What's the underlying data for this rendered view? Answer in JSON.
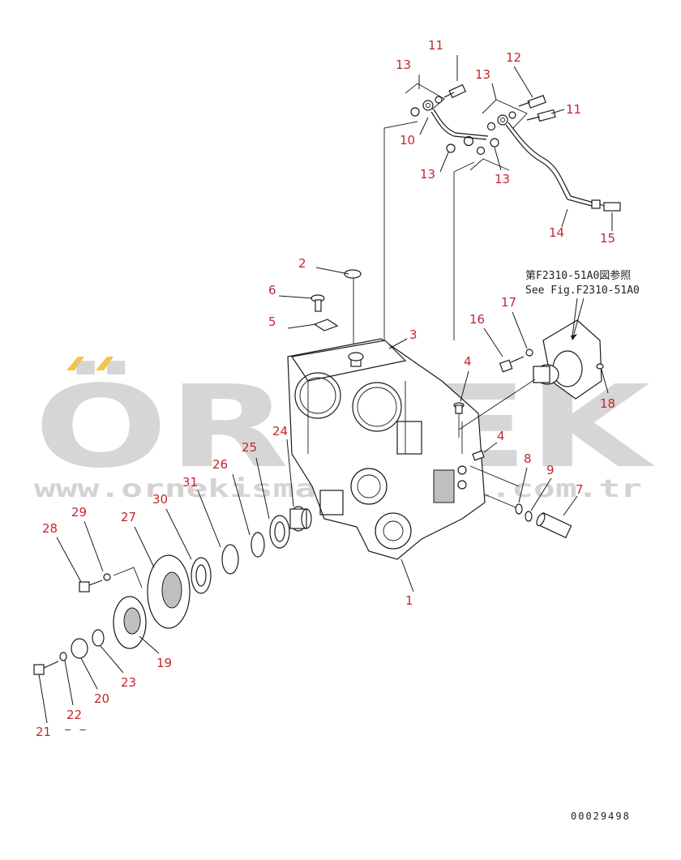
{
  "watermark": {
    "brand": "ÖRNEK",
    "url": "www.ornekismakinalari.com.tr",
    "accent_color": "#f5c443"
  },
  "reference_note": {
    "line1": "第F2310-51A0図参照",
    "line2": "See Fig.F2310-51A0"
  },
  "drawing_code": "00029498",
  "dash_mark": "– –",
  "callouts": [
    {
      "id": "c11a",
      "label": "11"
    },
    {
      "id": "c13a",
      "label": "13"
    },
    {
      "id": "c13b",
      "label": "13"
    },
    {
      "id": "c12",
      "label": "12"
    },
    {
      "id": "c11b",
      "label": "11"
    },
    {
      "id": "c10",
      "label": "10"
    },
    {
      "id": "c13c",
      "label": "13"
    },
    {
      "id": "c13d",
      "label": "13"
    },
    {
      "id": "c14",
      "label": "14"
    },
    {
      "id": "c15",
      "label": "15"
    },
    {
      "id": "c2",
      "label": "2"
    },
    {
      "id": "c6",
      "label": "6"
    },
    {
      "id": "c5",
      "label": "5"
    },
    {
      "id": "c3",
      "label": "3"
    },
    {
      "id": "c16",
      "label": "16"
    },
    {
      "id": "c17",
      "label": "17"
    },
    {
      "id": "c4a",
      "label": "4"
    },
    {
      "id": "c4b",
      "label": "4"
    },
    {
      "id": "c18",
      "label": "18"
    },
    {
      "id": "c24",
      "label": "24"
    },
    {
      "id": "c25",
      "label": "25"
    },
    {
      "id": "c26",
      "label": "26"
    },
    {
      "id": "c31",
      "label": "31"
    },
    {
      "id": "c30",
      "label": "30"
    },
    {
      "id": "c29",
      "label": "29"
    },
    {
      "id": "c27",
      "label": "27"
    },
    {
      "id": "c28",
      "label": "28"
    },
    {
      "id": "c8",
      "label": "8"
    },
    {
      "id": "c9",
      "label": "9"
    },
    {
      "id": "c7",
      "label": "7"
    },
    {
      "id": "c1",
      "label": "1"
    },
    {
      "id": "c19",
      "label": "19"
    },
    {
      "id": "c23",
      "label": "23"
    },
    {
      "id": "c20",
      "label": "20"
    },
    {
      "id": "c22",
      "label": "22"
    },
    {
      "id": "c21",
      "label": "21"
    }
  ]
}
